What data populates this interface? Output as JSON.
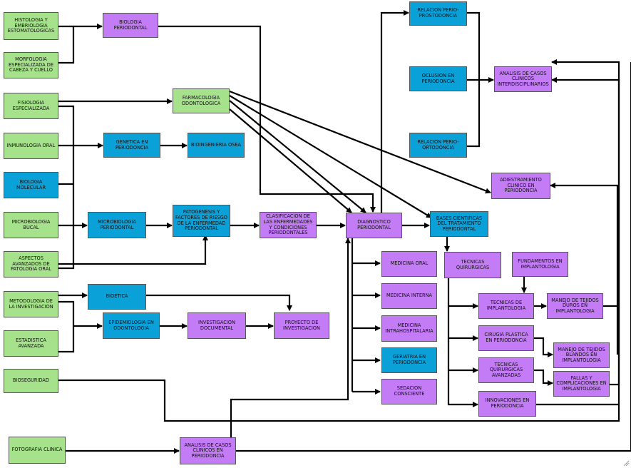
{
  "colors": {
    "basic": "#a6e28b",
    "intermediate": "#0aa0d8",
    "advanced": "#c37cf6",
    "line": "#000000"
  },
  "nodes": {
    "histologia": "HISTOLOGIA Y EMBRIOLOGIA ESTOMATOLOGICAS",
    "biologia_periodontal": "BIOLOGIA PERIODONTAL",
    "morfologia": "MORFOLOGIA ESPECIALIZADA DE CABEZA Y CUELLO",
    "fisiologia": "FISIOLOGIA ESPECIALIZADA",
    "farmacologia": "FARMACOLOGIA ODONTOLOGICA",
    "inmunologia": "INMUNOLOGIA ORAL",
    "genetica": "GENETICA EN PERIODONCIA",
    "bioingenieria": "BIOINGENIERIA OSEA",
    "biologia_molecular": "BIOLOGIA MOLECULAR",
    "microbiologia_bucal": "MICROBIOLOGIA BUCAL",
    "microbiologia_periodontal": "MICROBIOLOGIA PERIODONTAL",
    "patogenesis": "PATOGENESIS Y FACTORES DE RIESGO DE LA ENFERMEDAD PERIODONTAL",
    "clasificacion": "CLASIFICACION DE LAS ENFERMEDADES Y CONDICIONES PERIODONTALES",
    "diagnostico": "DIAGNOSTICO PERIODONTAL",
    "aspectos": "ASPECTOS AVANZADOS DE PATOLOGIA ORAL",
    "metodologia": "METODOLOGIA DE LA INVESTIGACION",
    "bioetica": "BIOETICA",
    "estadistica": "ESTADISTICA AVANZADA",
    "epidemiologia": "EPIDEMIOLOGIA EN ODONTOLOGIA",
    "investigacion_doc": "INVESTIGACION DOCUMENTAL",
    "proyecto": "PROYECTO DE INVESTIGACION",
    "bioseguridad": "BIOSEGURIDAD",
    "fotografia": "FOTOGRAFIA CLINICA",
    "analisis_periodoncia": "ANALISIS DE CASOS CLINICOS EN PERIODONCIA",
    "relacion_prosto": "RELACION PERIO-PROSTODONCIA",
    "oclusion": "OCLUSION EN PERIODONCIA",
    "relacion_orto": "RELACION PERIO-ORTODONCIA",
    "analisis_inter": "ANALISIS DE CASOS CLINICOS INTERDISCIPLINARIOS",
    "adiestramiento": "ADIESTRAMIENTO CLINICO EN PERIODONCIA",
    "bases": "BASES CIENTIFICAS DEL TRATAMIENTO PERIODONTAL",
    "medicina_oral": "MEDICINA ORAL",
    "medicina_interna": "MEDICINA INTERNA",
    "medicina_intra": "MEDICINA INTRAHOSPITALARIA",
    "geriatria": "GERIATRIA EN PERIODONCIA",
    "sedacion": "SEDACION CONSCIENTE",
    "tecnicas_quir": "TECNICAS QUIRURGICAS",
    "fundamentos": "FUNDAMENTOS EN IMPLANTOLOGIA",
    "tecnicas_impl": "TECNICAS DE IMPLANTOLOGIA",
    "manejo_duros": "MANEJO DE TEJIDOS DUROS EN IMPLANTOLOGIA",
    "cirugia": "CIRUGIA PLASTICA EN PERIODONCIA",
    "manejo_blandos": "MANEJO DE TEJIDOS BLANDOS EN IMPLANTOLOGIA",
    "tecnicas_avanz": "TECNICAS QUIRURGICAS AVANZADAS",
    "fallas": "FALLAS Y COMPLICACIONES EN IMPLANTOLOGIA",
    "innovaciones": "INNOVACIONES EN PERIODONCIA"
  }
}
